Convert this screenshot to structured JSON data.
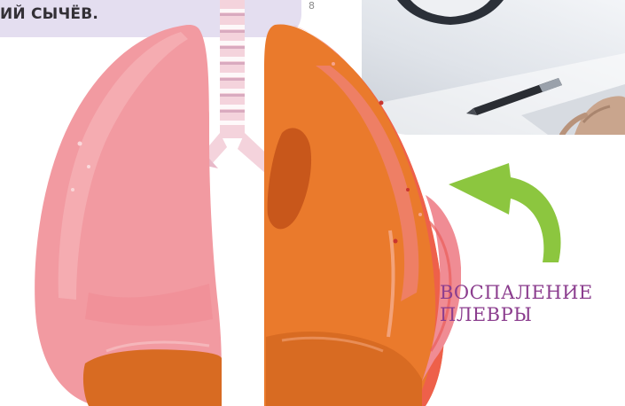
{
  "caption": {
    "text": "ИЙ СЫЧЁВ."
  },
  "stray_glyph": "8",
  "label": {
    "line1": "ВОСПАЛЕНИЕ",
    "line2": "ПЛЕВРЫ"
  },
  "colors": {
    "caption_bg": "#e4def0",
    "left_lung": "#f29aa1",
    "right_lung": "#ea7a2c",
    "arrow": "#8cc63f",
    "label_text": "#8b3d8e"
  },
  "icons": {
    "arrow": "curved-arrow-icon"
  }
}
